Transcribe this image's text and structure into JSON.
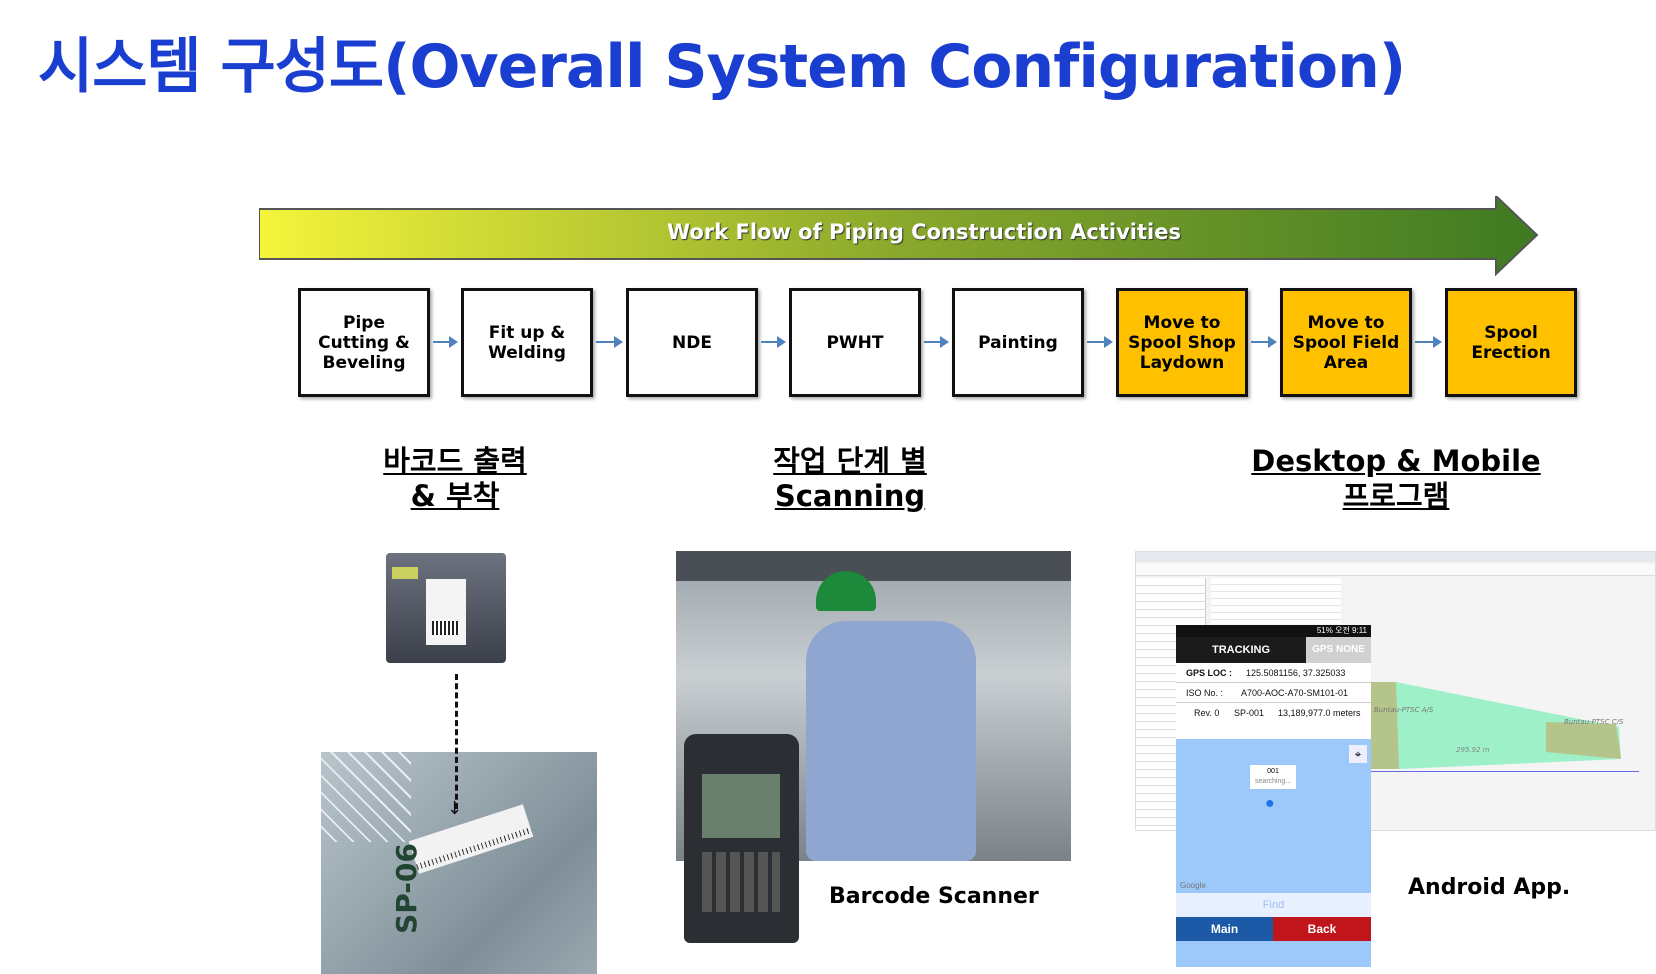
{
  "title": "시스템 구성도(Overall System Configuration)",
  "workflow": {
    "label": "Work Flow of Piping Construction Activities",
    "steps": [
      {
        "label": "Pipe\nCutting &\nBeveling",
        "highlight": false
      },
      {
        "label": "Fit up &\nWelding",
        "highlight": false
      },
      {
        "label": "NDE",
        "highlight": false
      },
      {
        "label": "PWHT",
        "highlight": false
      },
      {
        "label": "Painting",
        "highlight": false
      },
      {
        "label": "Move to\nSpool Shop\nLaydown",
        "highlight": true
      },
      {
        "label": "Move to\nSpool Field\nArea",
        "highlight": true
      },
      {
        "label": "Spool\nErection",
        "highlight": true
      }
    ]
  },
  "sections": {
    "barcode": {
      "line1": "바코드 출력",
      "line2": "& 부착",
      "pipe_text": "SP-06"
    },
    "scanning": {
      "line1": "작업 단계 별",
      "line2": "Scanning",
      "caption": "Barcode Scanner"
    },
    "program": {
      "line1": "Desktop & Mobile",
      "line2": "프로그램",
      "caption": "Android App."
    }
  },
  "app": {
    "status_bar": "51% 오전 9:11",
    "tab_tracking": "TRACKING",
    "tab_gps": "GPS NONE",
    "gps_label": "GPS LOC :",
    "gps_value": "125.5081156, 37.325033",
    "iso_label": "ISO No. :",
    "iso_value": "A700-AOC-A70-SM101-01",
    "rev": "Rev. 0",
    "spool": "SP-001",
    "distance": "13,189,977.0 meters",
    "marker_id": "001",
    "marker_status": "searching...",
    "google": "Google",
    "find": "Find",
    "main_btn": "Main",
    "back_btn": "Back",
    "map_label_a": "Buntau-PTSC A/S",
    "map_label_c": "Buntau-PTSC C/S",
    "map_scale": "295.92 m"
  }
}
